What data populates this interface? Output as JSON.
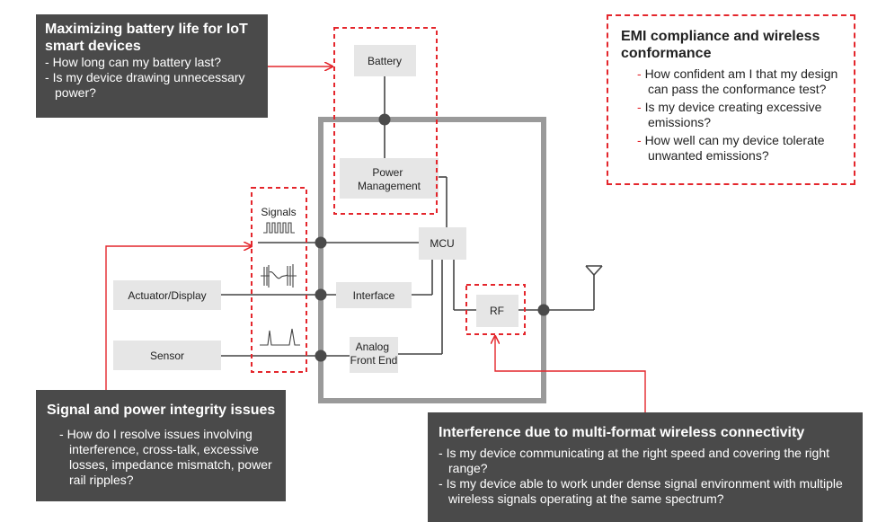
{
  "diagram": {
    "callouts": {
      "battery": {
        "title": "Maximizing battery life for IoT smart devices",
        "items": [
          "How long can my battery last?",
          "Is my device drawing unnecessary power?"
        ]
      },
      "emi": {
        "title": "EMI compliance and wireless conformance",
        "items": [
          "How confident am I that my design can pass the conformance test?",
          "Is my device creating excessive emissions?",
          "How well can my device tolerate unwanted emissions?"
        ]
      },
      "signal": {
        "title": "Signal and power integrity issues",
        "items": [
          "How do I resolve issues involving interference, cross-talk, excessive losses, impedance mismatch, power rail ripples?"
        ]
      },
      "interference": {
        "title": "Interference due to multi-format wireless connectivity",
        "items": [
          "Is my device communicating at the right speed and covering the right range?",
          "Is my device able to work under dense signal environment with multiple wireless signals operating at the same spectrum?"
        ]
      }
    },
    "blocks": {
      "battery": "Battery",
      "power_management": "Power Management",
      "mcu": "MCU",
      "interface": "Interface",
      "analog_front_end": "Analog Front End",
      "rf": "RF",
      "actuator_display": "Actuator/Display",
      "sensor": "Sensor"
    },
    "signals_label": "Signals",
    "colors": {
      "accent": "#e4262c",
      "callout_bg": "#4a4a4a",
      "block_bg": "#e6e6e6",
      "frame": "#9a9a9a",
      "line": "#444444"
    }
  }
}
